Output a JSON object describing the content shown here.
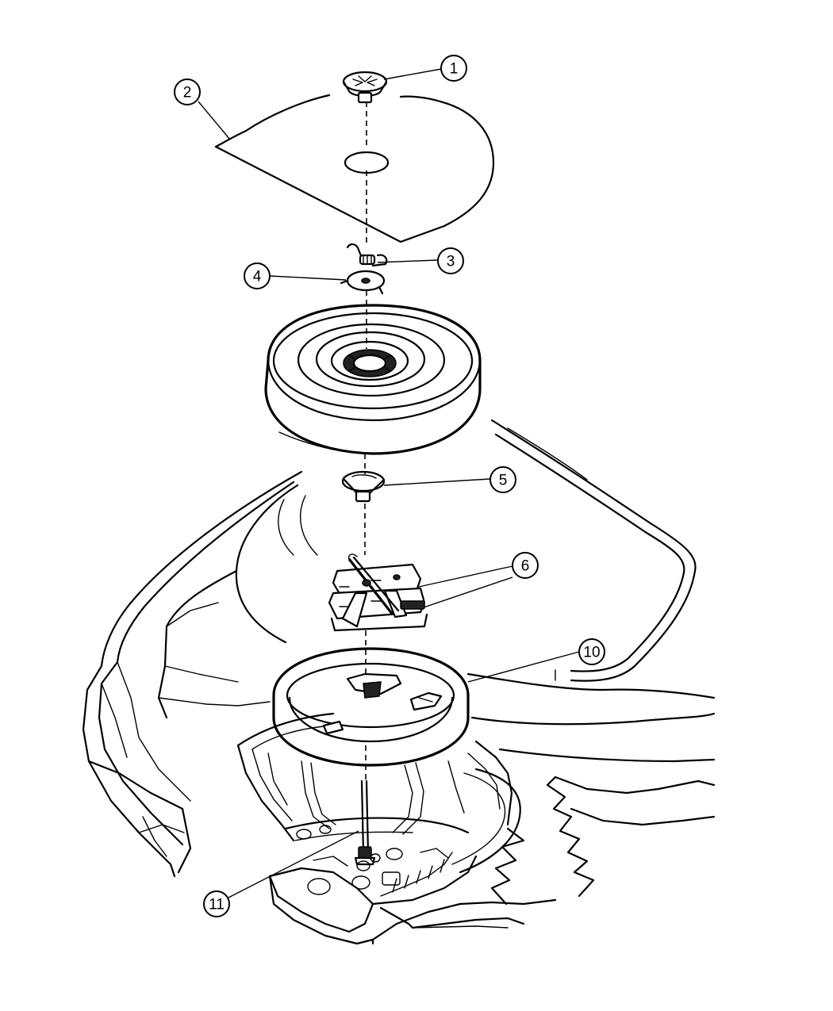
{
  "callouts": [
    {
      "id": "c1",
      "label": "1"
    },
    {
      "id": "c2",
      "label": "2"
    },
    {
      "id": "c3",
      "label": "3"
    },
    {
      "id": "c4",
      "label": "4"
    },
    {
      "id": "c5",
      "label": "5"
    },
    {
      "id": "c6",
      "label": "6"
    },
    {
      "id": "c10",
      "label": "10"
    },
    {
      "id": "c11",
      "label": "11"
    }
  ]
}
